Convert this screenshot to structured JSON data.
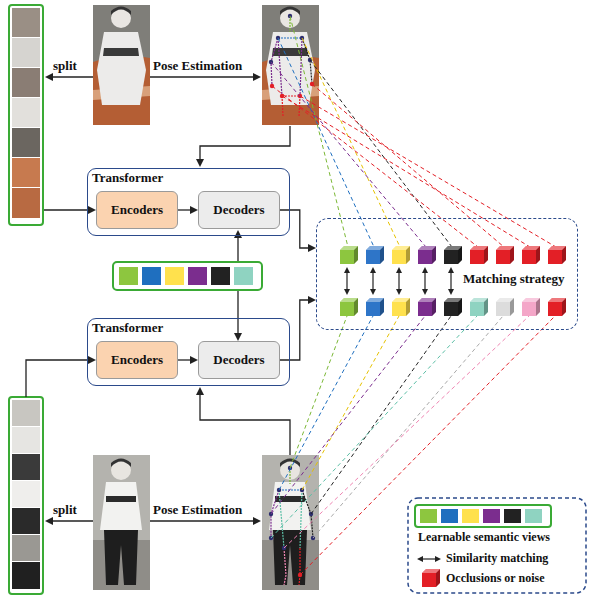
{
  "diagram": {
    "nodes": [
      {
        "text": [
          "Transformer"
        ]
      },
      {
        "text": [
          "Encoders"
        ],
        "in": 0
      },
      {
        "text": [
          "Decoders"
        ],
        "in": 0
      },
      {
        "text": [
          "Transformer"
        ]
      },
      {
        "text": [
          "Encoders"
        ],
        "in": 3
      },
      {
        "text": [
          "Decoders"
        ],
        "in": 3
      },
      {
        "text": [
          "Matching strategy"
        ]
      }
    ],
    "edges": [
      {
        "from": 1,
        "to": 2,
        "arrow": "to"
      },
      {
        "from": 2,
        "to": 6,
        "arrow": "to"
      },
      {
        "from": 4,
        "to": 5,
        "arrow": "to"
      },
      {
        "from": 5,
        "to": 6,
        "arrow": "to"
      }
    ],
    "labels": [
      "split",
      "Pose Estimation",
      "split",
      "Pose Estimation"
    ],
    "legend": [
      {
        "text": "Learnable semantic views"
      },
      {
        "text": "Similarity matching"
      },
      {
        "text": "Occlusions or noise",
        "color": "#e31f26"
      }
    ]
  }
}
